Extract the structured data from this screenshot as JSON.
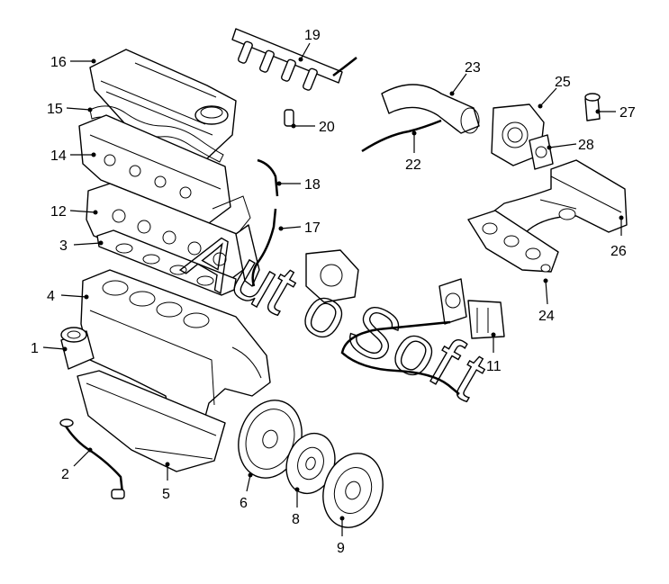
{
  "watermark": {
    "text": "AutoSoft",
    "letters": [
      "A",
      "u",
      "t",
      "o",
      "S",
      "o",
      "f",
      "t"
    ]
  },
  "callouts": [
    {
      "id": "1",
      "label": "1"
    },
    {
      "id": "2",
      "label": "2"
    },
    {
      "id": "3",
      "label": "3"
    },
    {
      "id": "4",
      "label": "4"
    },
    {
      "id": "5",
      "label": "5"
    },
    {
      "id": "6",
      "label": "6"
    },
    {
      "id": "8",
      "label": "8"
    },
    {
      "id": "9",
      "label": "9"
    },
    {
      "id": "11",
      "label": "11"
    },
    {
      "id": "12",
      "label": "12"
    },
    {
      "id": "14",
      "label": "14"
    },
    {
      "id": "15",
      "label": "15"
    },
    {
      "id": "16",
      "label": "16"
    },
    {
      "id": "17",
      "label": "17"
    },
    {
      "id": "18",
      "label": "18"
    },
    {
      "id": "19",
      "label": "19"
    },
    {
      "id": "20",
      "label": "20"
    },
    {
      "id": "22",
      "label": "22"
    },
    {
      "id": "23",
      "label": "23"
    },
    {
      "id": "24",
      "label": "24"
    },
    {
      "id": "25",
      "label": "25"
    },
    {
      "id": "26",
      "label": "26"
    },
    {
      "id": "27",
      "label": "27"
    },
    {
      "id": "28",
      "label": "28"
    }
  ]
}
